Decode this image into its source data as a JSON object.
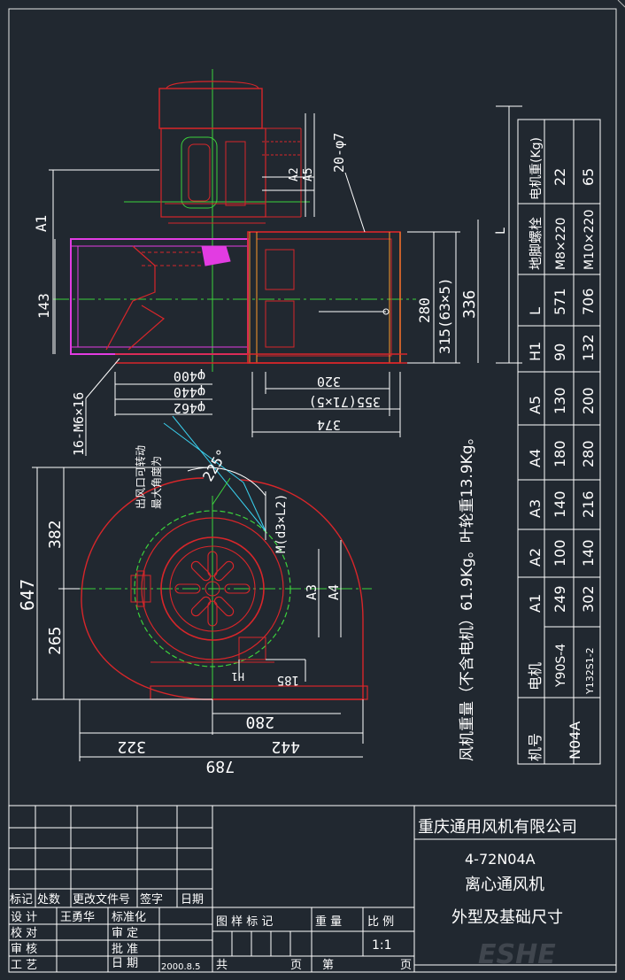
{
  "drawing": {
    "top_dims": {
      "A1": "A1",
      "A2": "A2",
      "A5": "A5",
      "holes": "20-φ7",
      "bolts": "16-M6×16",
      "d400": "φ400",
      "d440": "φ440",
      "d462": "φ462",
      "w320": "320",
      "w355": "355(71×5)",
      "w374": "374",
      "h143": "143",
      "h280": "280",
      "h315": "315(63×5)",
      "h336": "336",
      "L": "L"
    },
    "front_dims": {
      "angle": "225°",
      "outlet_note_1": "出风口可转动",
      "outlet_note_2": "最大角度为",
      "M": "M(d3×L2)",
      "A3": "A3",
      "A4": "A4",
      "H1": "H1",
      "d185": "185",
      "h647": "647",
      "h382": "382",
      "h265": "265",
      "w280": "280",
      "w322": "322",
      "w442": "442",
      "w789": "789"
    },
    "weight_note": "风机重量（不含电机）61.9Kg。叶轮重13.9Kg。"
  },
  "spec_table": {
    "headers": [
      "机号",
      "电机",
      "A1",
      "A2",
      "A3",
      "A4",
      "A5",
      "H1",
      "L",
      "地脚螺栓",
      "电机重(Kg)"
    ],
    "machine": "N04A",
    "rows": [
      [
        "Y90S-4",
        "249",
        "100",
        "140",
        "180",
        "130",
        "90",
        "571",
        "M8×220",
        "22"
      ],
      [
        "Y132S1-2",
        "302",
        "140",
        "216",
        "280",
        "200",
        "132",
        "706",
        "M10×220",
        "65"
      ]
    ]
  },
  "title_block": {
    "company": "重庆通用风机有限公司",
    "model": "4-72N04A",
    "name": "离心通风机",
    "drawing_title": "外型及基础尺寸",
    "revision_labels": [
      "标记",
      "处数",
      "更改文件号",
      "签字",
      "日期"
    ],
    "design": "设  计",
    "designer": "王勇华",
    "check": "校  对",
    "review": "审  核",
    "process": "工  艺",
    "standardize": "标准化",
    "approve_1": "审  定",
    "approve_2": "批  准",
    "date_label": "日  期",
    "date": "2000.8.5",
    "sample_mark": "图 样 标 记",
    "weight": "重  量",
    "scale_label": "比  例",
    "scale": "1:1",
    "total": "共",
    "page": "页",
    "sheet": "第",
    "page2": "页"
  },
  "watermark": "ESHE"
}
